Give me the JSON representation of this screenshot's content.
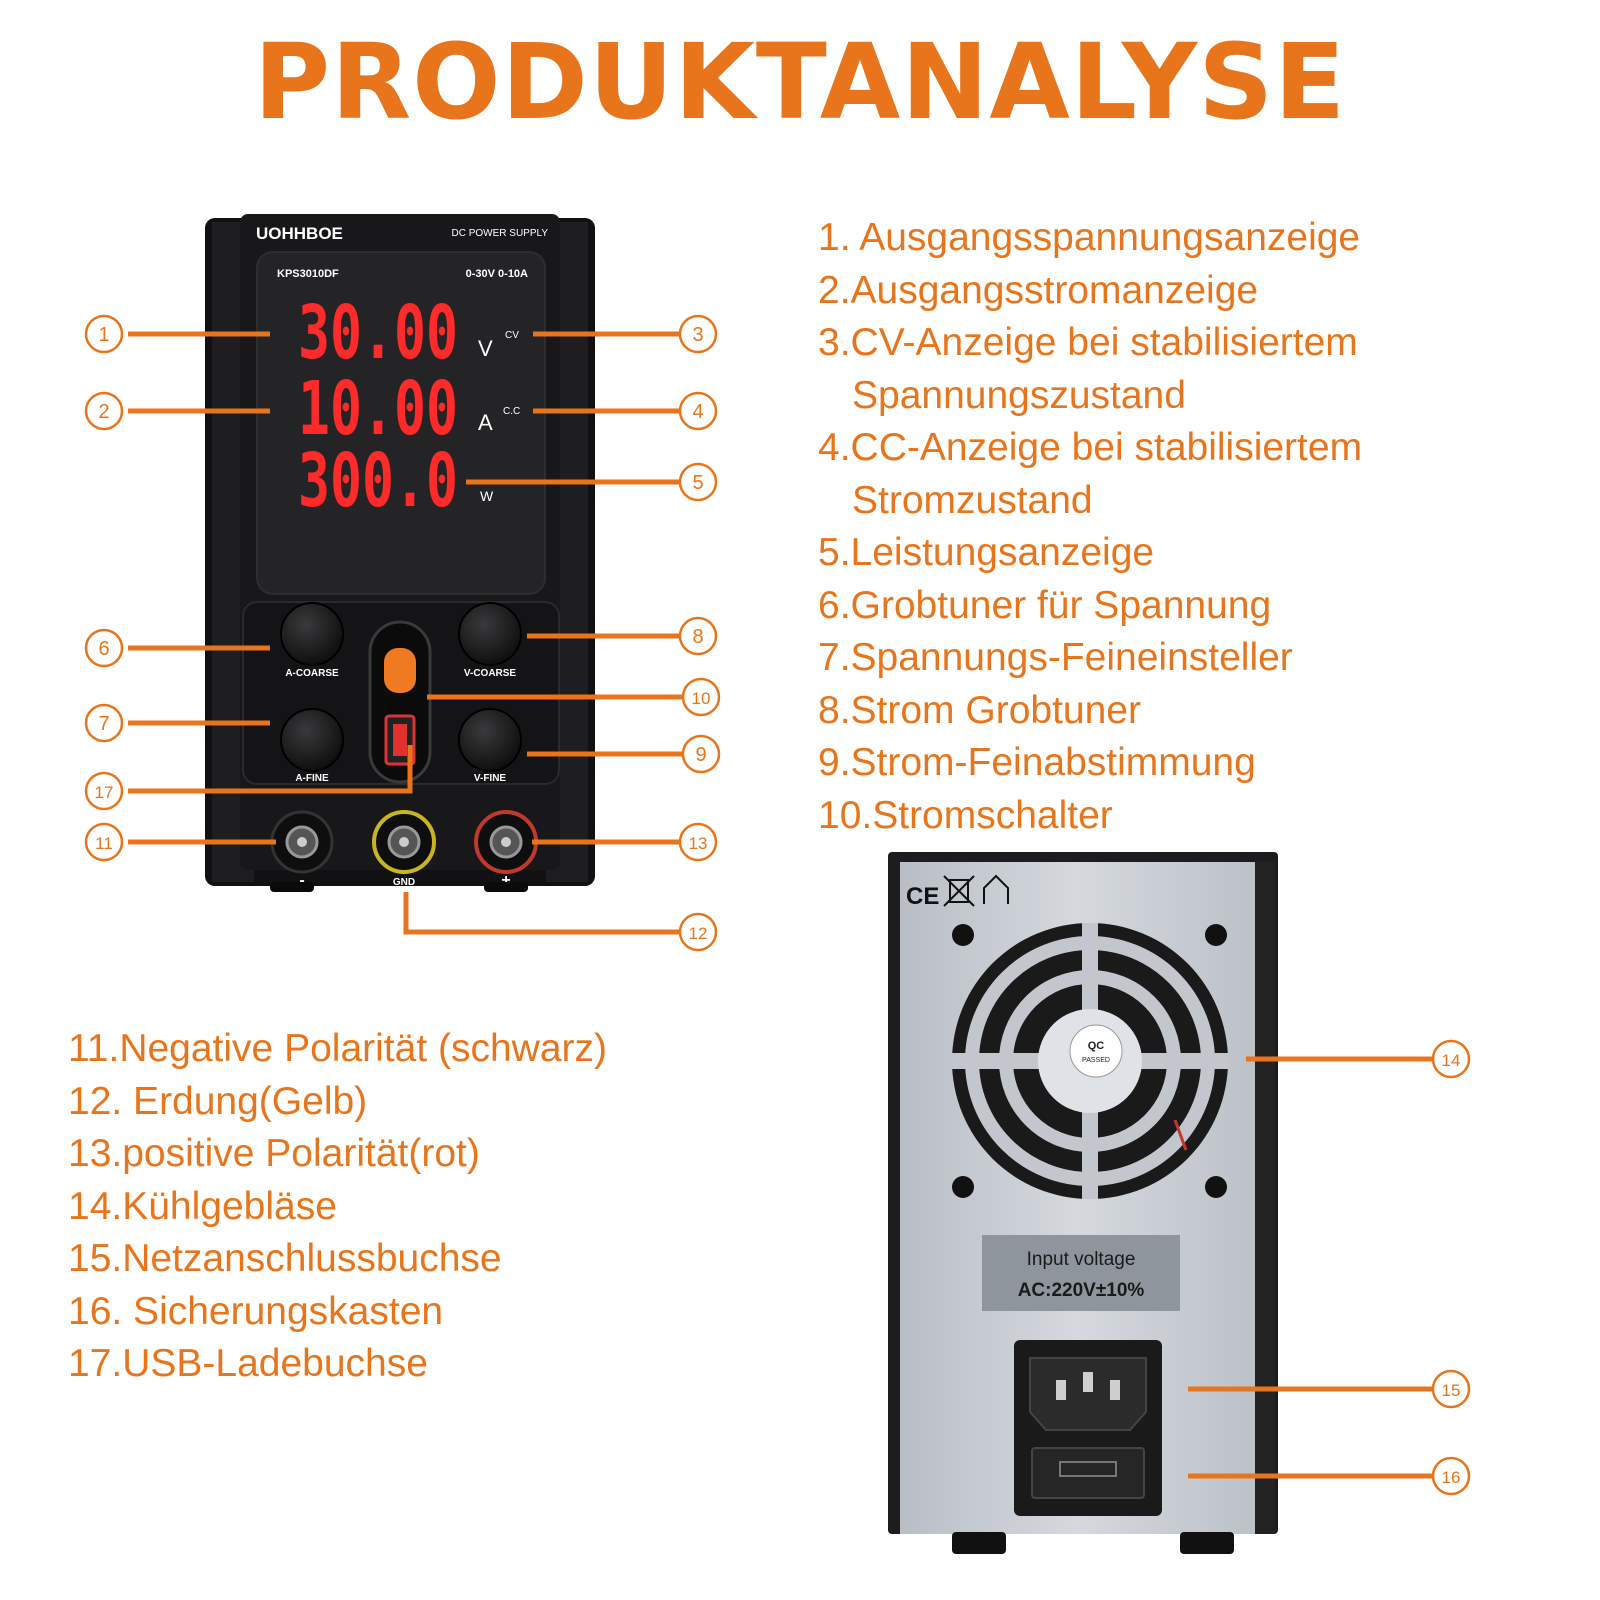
{
  "title": "PRODUKTANALYSE",
  "legend_top": [
    "1. Ausgangsspannungsanzeige",
    "2.Ausgangsstromanzeige",
    "3.CV-Anzeige bei stabilisiertem",
    "Spannungszustand",
    "4.CC-Anzeige bei stabilisiertem",
    "Stromzustand",
    "5.Leistungsanzeige",
    "6.Grobtuner für Spannung",
    "7.Spannungs-Feineinsteller",
    "8.Strom Grobtuner",
    "9.Strom-Feinabstimmung",
    "10.Stromschalter"
  ],
  "legend_bottom": [
    "11.Negative Polarität (schwarz)",
    "12. Erdung(Gelb)",
    "13.positive Polarität(rot)",
    "14.Kühlgebläse",
    "15.Netzanschlussbuchse",
    "16. Sicherungskasten",
    "17.USB-Ladebuchse"
  ],
  "front": {
    "brand": "UOHHBOE",
    "type": "DC POWER SUPPLY",
    "model": "KPS3010DF",
    "range": "0-30V 0-10A",
    "voltage": "30.00",
    "current": "10.00",
    "power": "300.0",
    "unit_v": "V",
    "unit_a": "A",
    "unit_w": "W",
    "cv": "CV",
    "cc": "C.C",
    "knob_a_coarse": "A-COARSE",
    "knob_v_coarse": "V-COARSE",
    "knob_a_fine": "A-FINE",
    "knob_v_fine": "V-FINE",
    "term_neg": "-",
    "term_gnd": "GND",
    "term_pos": "+"
  },
  "back": {
    "marks": "CE",
    "qc_1": "QC",
    "qc_2": "PASSED",
    "input_label": "Input voltage",
    "input_value": "AC:220V±10%"
  },
  "callouts": [
    "1",
    "2",
    "3",
    "4",
    "5",
    "6",
    "7",
    "8",
    "9",
    "10",
    "11",
    "12",
    "13",
    "14",
    "15",
    "16",
    "17"
  ],
  "colors": {
    "accent": "#e8751c",
    "display_red": "#ff2a2a",
    "panel": "#1c1c1e",
    "back_panel": "#c9cdd3"
  }
}
